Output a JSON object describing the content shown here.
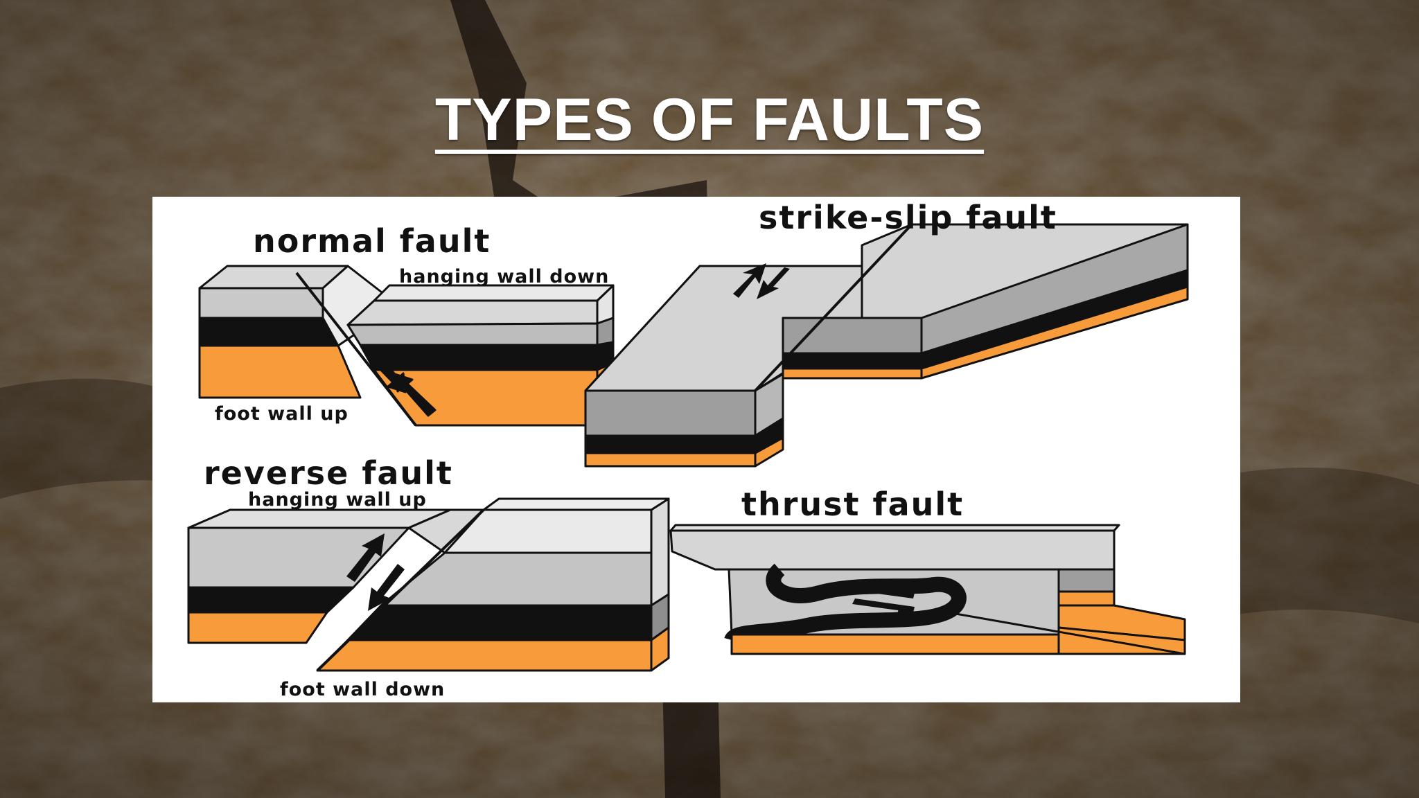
{
  "slide": {
    "title": "TYPES OF FAULTS"
  },
  "diagrams": {
    "normal": {
      "title": "normal fault",
      "upper_label": "hanging wall down",
      "lower_label": "foot wall up"
    },
    "strike_slip": {
      "title": "strike-slip fault"
    },
    "reverse": {
      "title": "reverse fault",
      "upper_label": "hanging wall up",
      "lower_label": "foot wall down"
    },
    "thrust": {
      "title": "thrust fault"
    }
  },
  "colors": {
    "rock_top": "#d0d0d0",
    "rock_gray": "#a9a9a9",
    "rock_black": "#111111",
    "rock_orange": "#f79b3b",
    "panel": "#ffffff"
  }
}
